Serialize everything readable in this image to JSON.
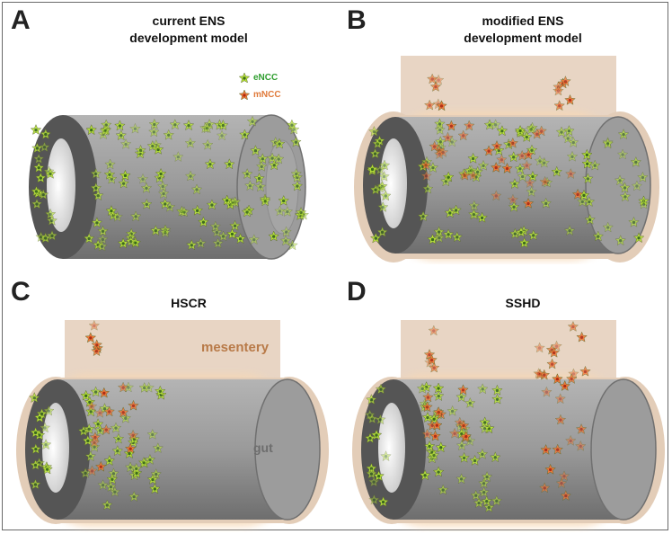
{
  "panels": {
    "A": {
      "label": "A",
      "title_line1": "current ENS",
      "title_line2": "development model"
    },
    "B": {
      "label": "B",
      "title_line1": "modified ENS",
      "title_line2": "development model"
    },
    "C": {
      "label": "C",
      "title": "HSCR"
    },
    "D": {
      "label": "D",
      "title": "SSHD"
    }
  },
  "legend": {
    "encc": {
      "label": "eNCC",
      "color": "#2f9e2f",
      "icon": "encc-cell-icon"
    },
    "mncc": {
      "label": "mNCC",
      "color": "#e07a3a",
      "icon": "mncc-cell-icon"
    }
  },
  "annotations": {
    "mesentery": "mesentery",
    "gut": "gut"
  },
  "colors": {
    "gut_body": "#8e8e8e",
    "gut_wall": "#5a5a5a",
    "mesentery": "#e8d5c4",
    "encc_fill": "#b8e23a",
    "mncc_fill": "#f07a3a"
  }
}
